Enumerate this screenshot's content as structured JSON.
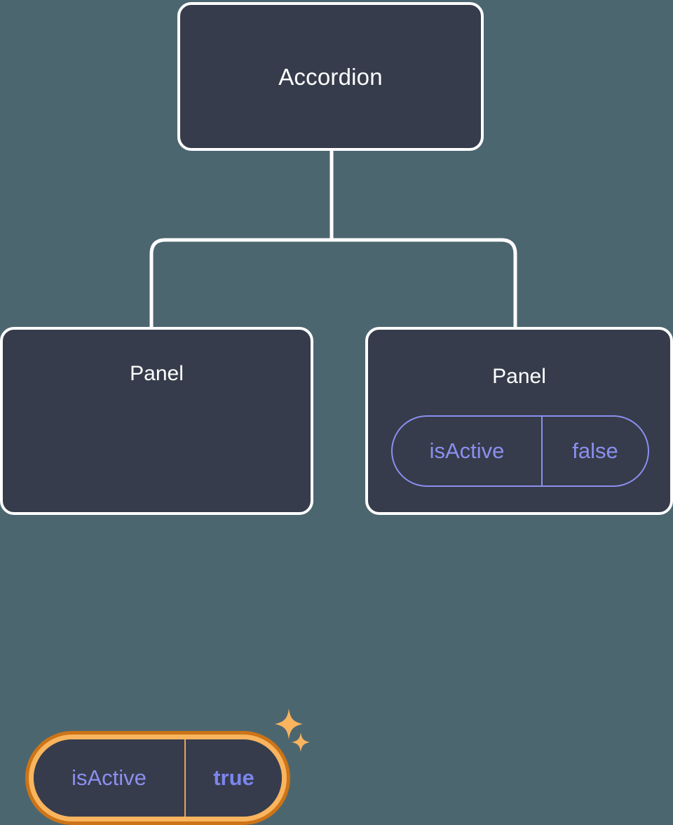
{
  "theme": {
    "background": "#4c6670",
    "card_fill": "#363c4b",
    "card_border": "#ffffff",
    "connector": "#ffffff",
    "prop_text": "#8b8ff0",
    "prop_border": "#8b8ff0",
    "highlight_outer": "#cc7417",
    "highlight_inner": "#f9b45e",
    "highlight_value_text": "#7c85ee",
    "sparkle": "#f9b45e"
  },
  "tree": {
    "root": {
      "label": "Accordion"
    },
    "children": [
      {
        "label": "Panel",
        "highlighted": true,
        "prop": {
          "key": "isActive",
          "value": "true"
        },
        "decorations": [
          "sparkle-large-icon",
          "sparkle-small-icon"
        ]
      },
      {
        "label": "Panel",
        "highlighted": false,
        "prop": {
          "key": "isActive",
          "value": "false"
        },
        "decorations": []
      }
    ]
  }
}
